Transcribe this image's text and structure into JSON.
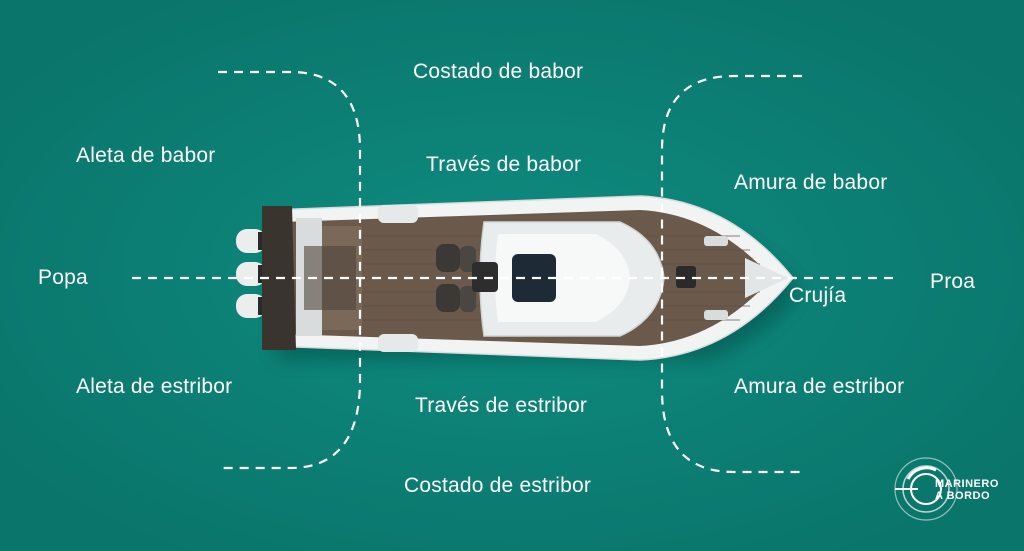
{
  "labels": {
    "costado_babor": "Costado de babor",
    "aleta_babor": "Aleta de babor",
    "traves_babor": "Través de babor",
    "amura_babor": "Amura de babor",
    "popa": "Popa",
    "crujia": "Crujía",
    "proa": "Proa",
    "aleta_estribor": "Aleta de estribor",
    "traves_estribor": "Través de estribor",
    "amura_estribor": "Amura de estribor",
    "costado_estribor": "Costado de estribor"
  },
  "logo": {
    "line1": "MARINERO",
    "line2": "A BORDO"
  },
  "colors": {
    "sea": "#0d7f74",
    "hull": "#f2f3f3",
    "deck": "#6b5a4c",
    "line": "#ffffff"
  }
}
